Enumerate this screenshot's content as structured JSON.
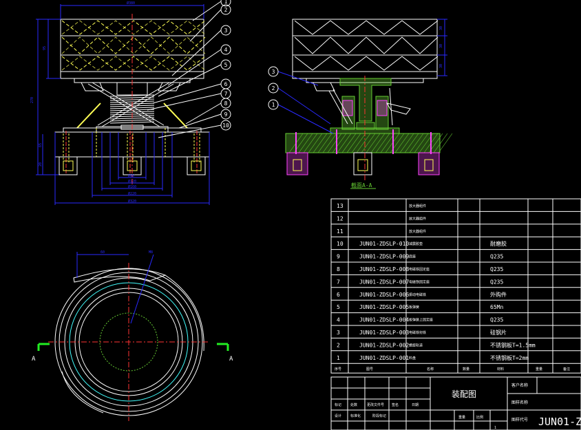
{
  "colors": {
    "background": "#000000",
    "white": "#ffffff",
    "blue": "#2a2aff",
    "yellow": "#ffff55",
    "green": "#66cc33",
    "magenta": "#ff44ff",
    "cyan": "#44ffff",
    "red": "#ff3333",
    "bright_green": "#22ee22"
  },
  "front_view": {
    "top_dim": "Ø380",
    "left_outer_dim": "270",
    "left_inner_dim": "95",
    "base_left_dims": [
      "65",
      "20"
    ],
    "bottom_dims": [
      "Ø80",
      "Ø120",
      "Ø160",
      "Ø220",
      "Ø320"
    ],
    "balloons": [
      "1",
      "2",
      "3",
      "4",
      "5",
      "6",
      "7",
      "8",
      "9",
      "10"
    ]
  },
  "section_view": {
    "right_dims": [
      "30",
      "30",
      "30"
    ],
    "balloons": [
      "3",
      "2",
      "1"
    ],
    "caption": "截面A-A"
  },
  "plan_view": {
    "top_dim": "60",
    "label_m": "M8",
    "section_marks": [
      "A",
      "A"
    ]
  },
  "bom": {
    "rows": [
      {
        "no": "13",
        "code": "",
        "name": "放大器组件",
        "material": ""
      },
      {
        "no": "12",
        "code": "",
        "name": "放大器组件",
        "material": ""
      },
      {
        "no": "11",
        "code": "",
        "name": "放大器组件",
        "material": ""
      },
      {
        "no": "10",
        "code": "JUN01-ZDSLP-010",
        "name": "减震胶垫",
        "material": "耐磨胶"
      },
      {
        "no": "9",
        "code": "JUN01-ZDSLP-009",
        "name": "底座",
        "material": "Q235"
      },
      {
        "no": "8",
        "code": "JUN01-ZDSLP-008",
        "name": "电磁铁固定座",
        "material": "Q235"
      },
      {
        "no": "7",
        "code": "JUN01-ZDSLP-007",
        "name": "电磁铁固定座",
        "material": "Q235"
      },
      {
        "no": "6",
        "code": "JUN01-ZDSLP-006",
        "name": "振动电磁铁",
        "material": "外购件"
      },
      {
        "no": "5",
        "code": "JUN01-ZDSLP-005",
        "name": "板弹簧",
        "material": "65Mn"
      },
      {
        "no": "4",
        "code": "JUN01-ZDSLP-004",
        "name": "板弹簧上固定座",
        "material": "Q235"
      },
      {
        "no": "3",
        "code": "JUN01-ZDSLP-003",
        "name": "电磁铁衔铁",
        "material": "硅钢片"
      },
      {
        "no": "2",
        "code": "JUN01-ZDSLP-002",
        "name": "螺旋轨道",
        "material": "不锈钢板T=1.5mm"
      },
      {
        "no": "1",
        "code": "JUN01-ZDSLP-001",
        "name": "料盘",
        "material": "不锈钢板T=2mm"
      }
    ],
    "header": {
      "no": "序号",
      "code": "图号",
      "name": "名称",
      "qty": "数量",
      "material": "材料",
      "weight": "重量",
      "remark": "备注"
    }
  },
  "title_block": {
    "drawing_title": "装配图",
    "customer_label": "客户名称",
    "part_name_label": "图样名称",
    "part_code_label": "图样代号",
    "drawing_number": "JUN01-Z",
    "row1": [
      "标记",
      "处数",
      "更改文件号",
      "签名",
      "日期"
    ],
    "row2": [
      "设计",
      "标准化",
      "阶段标记",
      "重量",
      "比例"
    ],
    "sheet": "1"
  }
}
